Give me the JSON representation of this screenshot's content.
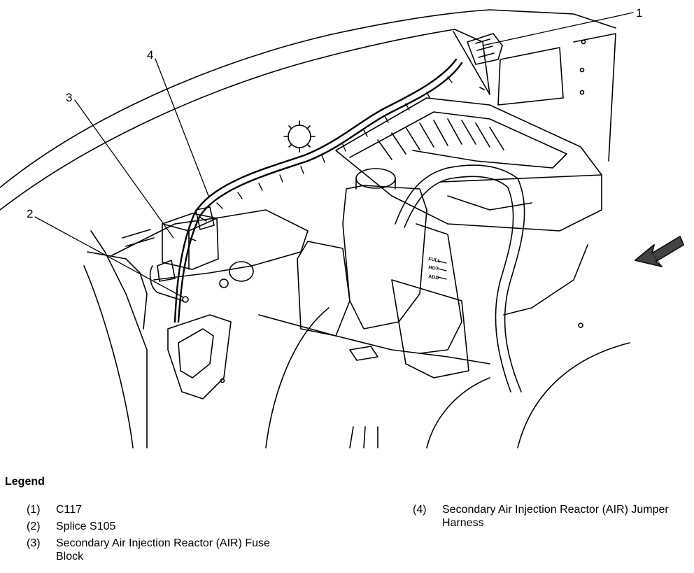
{
  "callouts": [
    "1",
    "2",
    "3",
    "4"
  ],
  "legend": {
    "title": "Legend",
    "items": [
      {
        "num": "(1)",
        "text": "C117"
      },
      {
        "num": "(2)",
        "text": "Splice S105"
      },
      {
        "num": "(3)",
        "text": "Secondary Air Injection Reactor (AIR) Fuse Block"
      },
      {
        "num": "(4)",
        "text": "Secondary Air Injection Reactor (AIR) Jumper Harness"
      }
    ]
  },
  "tank_labels": [
    "FULL",
    "HOT",
    "ADD"
  ]
}
